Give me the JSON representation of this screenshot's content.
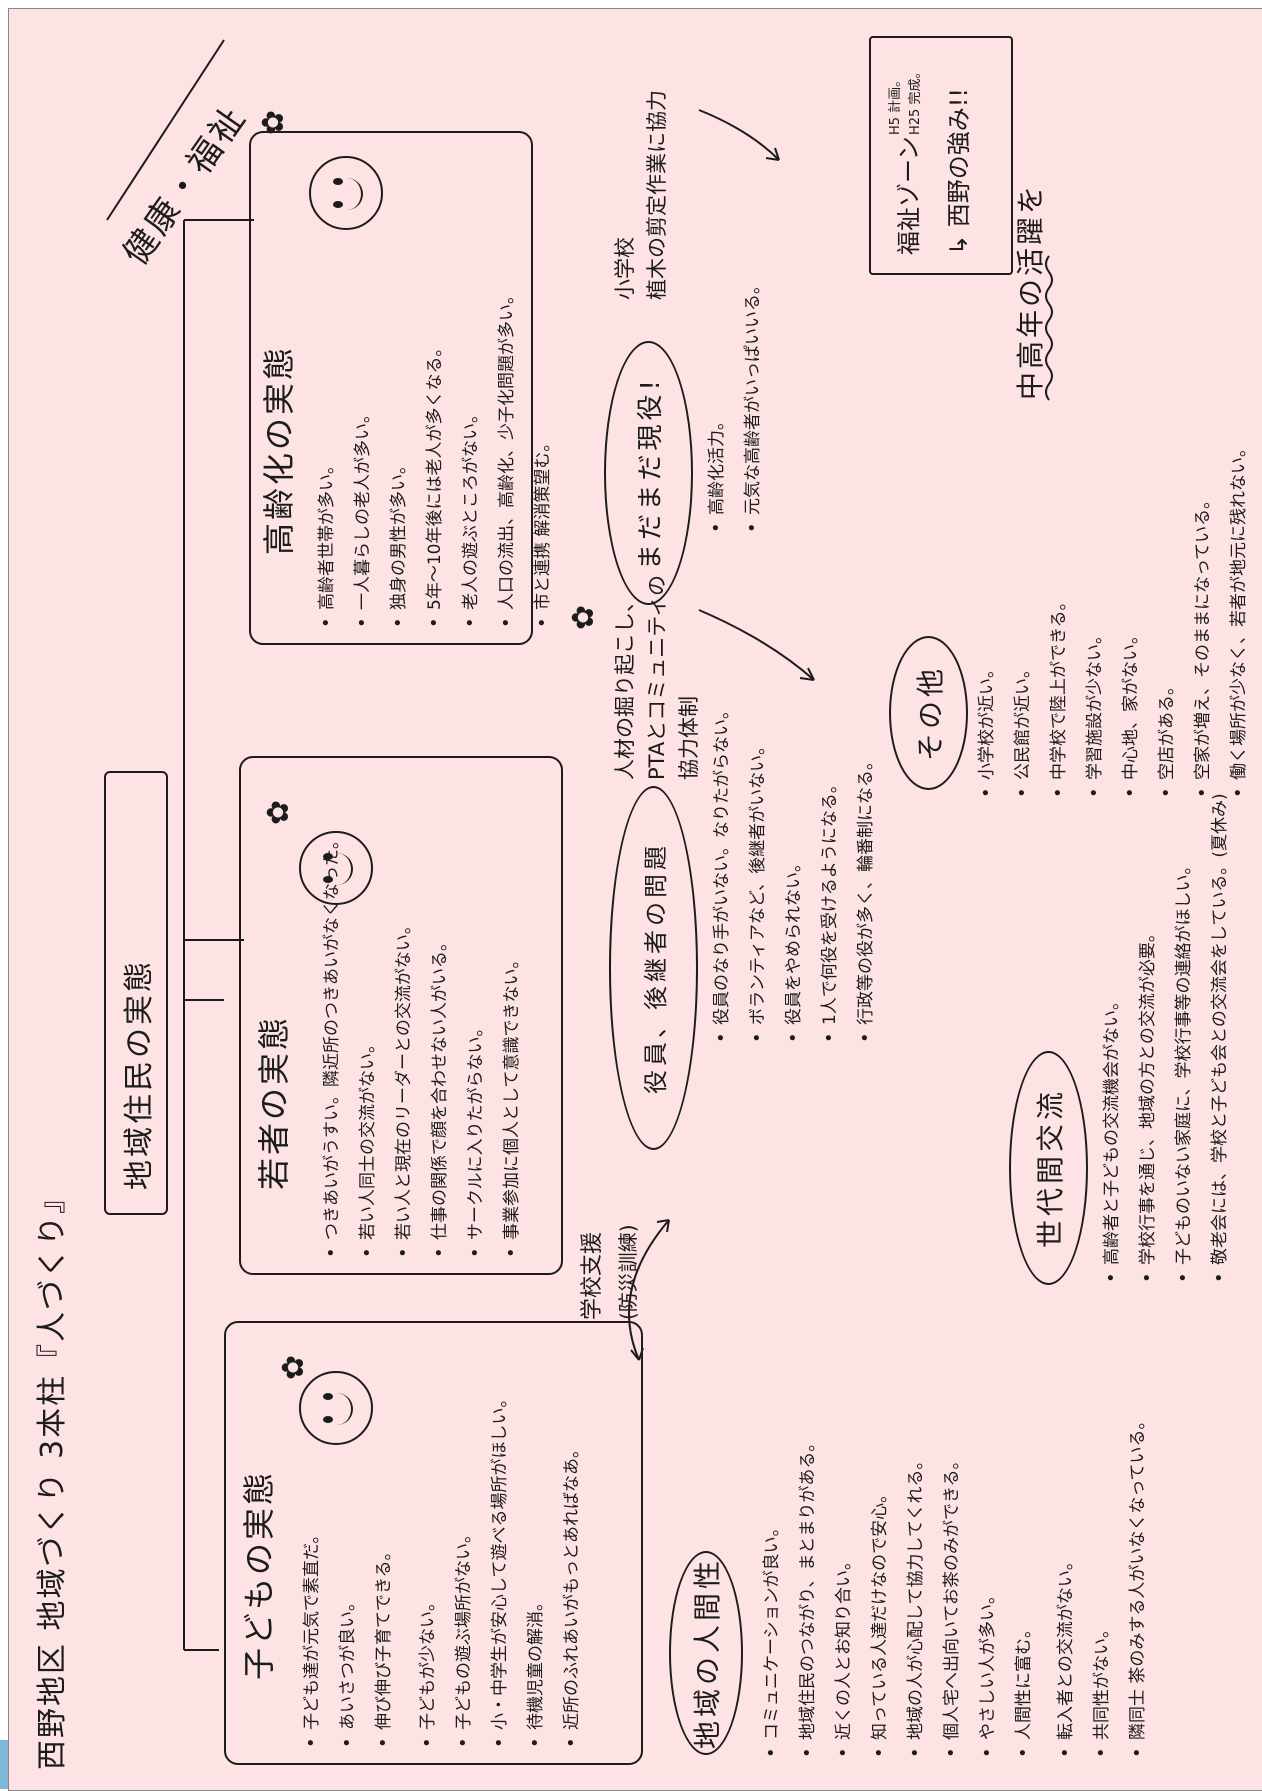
{
  "title": "西野地区 地域づくり 3本柱『人づくり』",
  "center": "地域住民の実態",
  "health": "健康・福祉",
  "children": {
    "heading": "子どもの実態",
    "items": [
      "子ども達が元気で素直だ。",
      "あいさつが良い。",
      "伸び伸び子育てできる。",
      "子どもが少ない。",
      "子どもの遊ぶ場所がない。",
      "小・中学生が安心して遊べる場所がほしい。",
      "待機児童の解消。",
      "近所のふれあいがもっとあればなあ。"
    ],
    "school_support": [
      "学校支援",
      "(防災訓練)"
    ]
  },
  "youth": {
    "heading": "若者の実態",
    "items": [
      "つきあいがうすい。隣近所のつきあいがなくなった。",
      "若い人同士の交流がない。",
      "若い人と現在のリーダーとの交流がない。",
      "仕事の関係で顔を合わせない人がいる。",
      "サークルに入りたがらない。",
      "事業参加に個人として意識できない。"
    ]
  },
  "elderly": {
    "heading": "高齢化の実態",
    "items": [
      "高齢者世帯が多い。",
      "一人暮らしの老人が多い。",
      "独身の男性が多い。",
      "5年～10年後には老人が多くなる。",
      "老人の遊ぶところがない。",
      "人口の流出、高齢化、少子化問題が多い。",
      "市と連携 解消策望む。"
    ]
  },
  "still_active": {
    "label": "まだまだ現役!",
    "items": [
      "高齢化活力。",
      "元気な高齢者がいっぱいいる。"
    ]
  },
  "elementary_note": [
    "小学校",
    "植木の剪定作業に協力"
  ],
  "welfare_zone": {
    "line1": "福祉ゾーン",
    "annotation1": "H5 計画。",
    "annotation2": "H25 完成。",
    "line2": "↳ 西野の強み!!"
  },
  "middle_aged": "中高年の活躍を",
  "successor": {
    "label": "役員、後継者の問題",
    "items": [
      "役員のなり手がいない。なりたがらない。",
      "ボランティアなど、後継者がいない。",
      "役員をやめられない。",
      "1人で何役を受けるようになる。",
      "行政等の役が多く、輪番制になる。"
    ]
  },
  "community_note": [
    "人材の掘り起こし、",
    "PTAとコミュニティの",
    "協力体制"
  ],
  "others": {
    "label": "その他",
    "items": [
      "小学校が近い。",
      "公民館が近い。",
      "中学校で陸上ができる。",
      "学習施設が少ない。",
      "中心地、家がない。",
      "空店がある。",
      "空家が増え、そのままになっている。",
      "働く場所が少なく、若者が地元に残れない。"
    ]
  },
  "intergenerational": {
    "label": "世代間交流",
    "items": [
      "高齢者と子どもの交流機会がない。",
      "学校行事を通じ、地域の方との交流が必要。",
      "子どものいない家庭に、学校行事等の連絡がほしい。",
      "敬老会には、学校と子ども会との交流会をしている。(夏休み)"
    ]
  },
  "humanity": {
    "label": "地域の人間性",
    "items": [
      "コミュニケーションが良い。",
      "地域住民のつながり、まとまりがある。",
      "近くの人とお知り合い。",
      "知っている人達だけなので安心。",
      "地域の人が心配して協力してくれる。",
      "個人宅へ出向いてお茶のみができる。",
      "やさしい人が多い。",
      "人間性に富む。",
      "転入者との交流がない。",
      "共同性がない。",
      "隣同士 茶のみする人がいなくなっている。"
    ]
  }
}
